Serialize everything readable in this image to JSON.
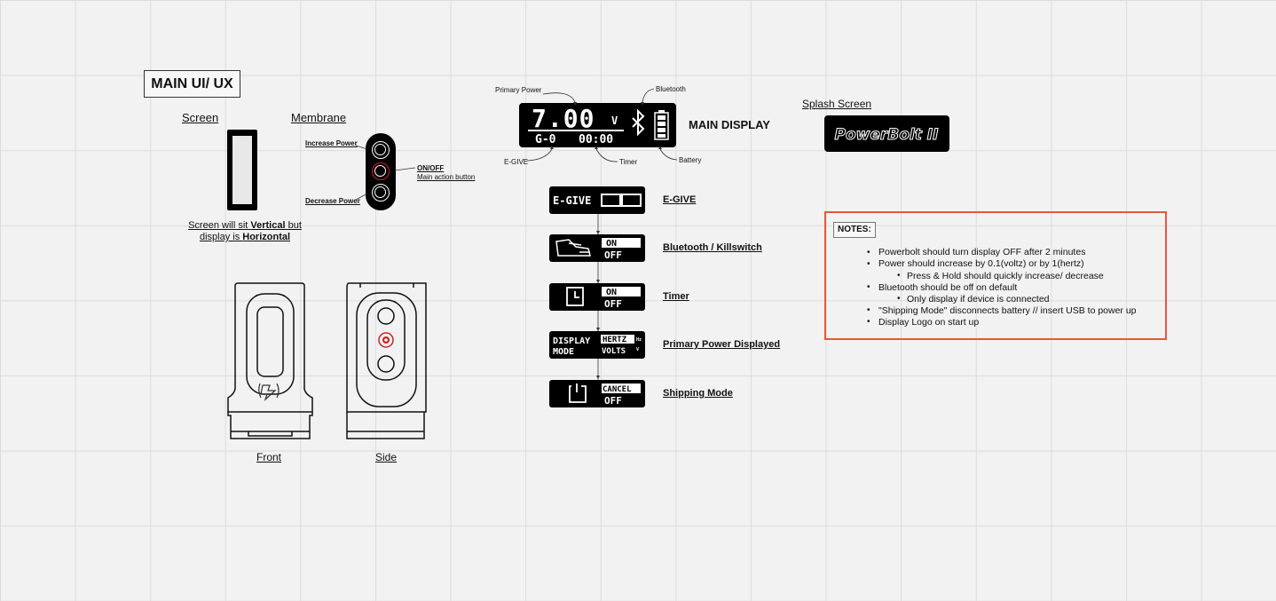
{
  "title": "MAIN UI/ UX",
  "labels": {
    "screen": "Screen",
    "membrane": "Membrane",
    "main_display": "MAIN DISPLAY",
    "splash_screen": "Splash Screen",
    "front": "Front",
    "side": "Side"
  },
  "screen_caption": {
    "part1": "Screen will sit ",
    "bold1": "Vertical",
    "part2": " but",
    "part3": "display is ",
    "bold2": "Horizontal"
  },
  "membrane_labels": {
    "increase": "Increase Power",
    "onoff": "ON/OFF",
    "main_action": "Main action button",
    "decrease": "Decrease Power"
  },
  "display_callouts": {
    "primary_power": "Primary Power",
    "bluetooth": "Bluetooth",
    "egive": "E-GIVE",
    "timer": "Timer",
    "battery": "Battery"
  },
  "main_display": {
    "value": "7.00",
    "unit": "V",
    "mode": "G-0",
    "time": "00:00"
  },
  "splash_logo": "PowerBolt II",
  "modes": [
    {
      "label": "E-GIVE",
      "screen_left": "E-GIVE",
      "screen_right": "toggle"
    },
    {
      "label": "Bluetooth / Killswitch",
      "screen_left": "shoe-icon",
      "screen_right": "ON OFF"
    },
    {
      "label": "Timer",
      "screen_left": "clock-icon",
      "screen_right": "ON OFF"
    },
    {
      "label": "Primary Power Displayed",
      "screen_left": "DISPLAY MODE",
      "screen_right": "HERTZ VOLTS"
    },
    {
      "label": "Shipping Mode",
      "screen_left": "power-icon",
      "screen_right": "CANCEL OFF"
    }
  ],
  "mode_screens": {
    "egive": "E-GIVE",
    "on": "ON",
    "off": "OFF",
    "display": "DISPLAY",
    "mode": "MODE",
    "hertz": "HERTZ",
    "volts": "VOLTS",
    "hz": "Hz",
    "v": "V",
    "cancel": "CANCEL"
  },
  "notes": {
    "title": "NOTES:",
    "items": [
      "Powerbolt should turn display OFF after 2 minutes",
      "Power should increase by 0.1(voltz) or by 1(hertz)",
      "Press & Hold should quickly increase/ decrease",
      "Bluetooth should be off on default",
      "Only display if device is connected",
      "\"Shipping Mode\" disconnects battery // insert USB to power up",
      "Display Logo on start up"
    ]
  },
  "colors": {
    "notes_border": "#e4583a",
    "action_button_ring": "#d02020"
  }
}
